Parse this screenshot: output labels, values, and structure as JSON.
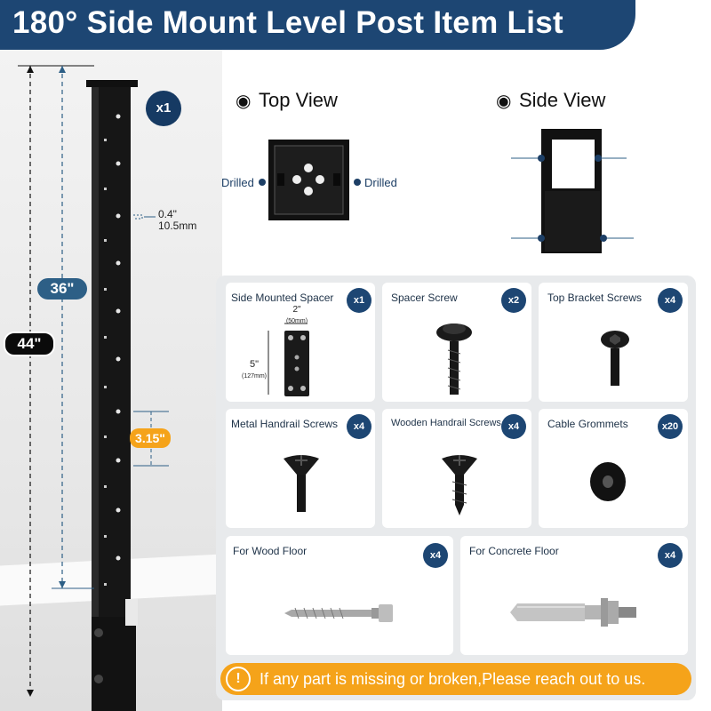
{
  "header": {
    "title": "180° Side Mount Level Post Item List"
  },
  "post": {
    "quantity": "x1",
    "height_total": "44\"",
    "height_inner": "36\"",
    "hole_spacing": "3.15\"",
    "hole_size_in": "0.4\"",
    "hole_size_mm": "10.5mm"
  },
  "top_view": {
    "title": "Top View",
    "icon": "eye-icon",
    "left_label": "Drilled",
    "right_label": "Drilled"
  },
  "side_view": {
    "title": "Side View",
    "icon": "eye-icon"
  },
  "parts": {
    "spacer": {
      "label": "Side Mounted Spacer",
      "qty": "x1",
      "width_in": "2\"",
      "width_mm": "(50mm)",
      "height_in": "5\"",
      "height_mm": "(127mm)"
    },
    "spacer_screw": {
      "label": "Spacer Screw",
      "qty": "x2"
    },
    "top_bracket": {
      "label": "Top Bracket Screws",
      "qty": "x4"
    },
    "metal_handrail": {
      "label": "Metal Handrail Screws",
      "qty": "x4"
    },
    "wooden_handrail": {
      "label": "Wooden Handrail Screws",
      "qty": "x4"
    },
    "grommets": {
      "label": "Cable Grommets",
      "qty": "x20"
    },
    "wood_floor": {
      "label": "For Wood Floor",
      "qty": "x4"
    },
    "concrete_floor": {
      "label": "For Concrete Floor",
      "qty": "x4"
    }
  },
  "footer": {
    "icon": "warning-icon",
    "icon_glyph": "!",
    "text": "If any part is missing or broken,Please reach out to us."
  },
  "colors": {
    "navy": "#1d4673",
    "orange": "#f5a31a",
    "teal_pill": "#2d5f86"
  }
}
